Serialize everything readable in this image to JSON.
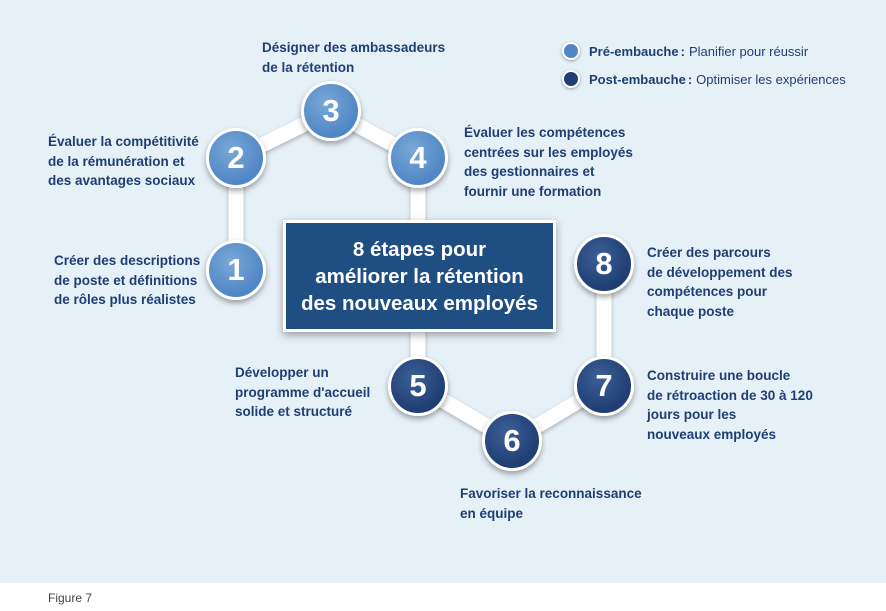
{
  "title": "8 étapes pour\naméliorer la rétention\ndes nouveaux employés",
  "legend": [
    {
      "key": "Pré-embauche",
      "text": "Planifier pour réussir",
      "color": "#4f86c4"
    },
    {
      "key": "Post-embauche",
      "text": "Optimiser les expériences",
      "color": "#1f3e73"
    }
  ],
  "steps": [
    {
      "number": "1",
      "phase": "pre",
      "label": "Créer des descriptions\nde poste et définitions\nde rôles plus réalistes"
    },
    {
      "number": "2",
      "phase": "pre",
      "label": "Évaluer la compétitivité\nde la rémunération et\ndes avantages sociaux"
    },
    {
      "number": "3",
      "phase": "pre",
      "label": "Désigner des ambassadeurs\nde la rétention"
    },
    {
      "number": "4",
      "phase": "pre",
      "label": "Évaluer les compétences\ncentrées sur les employés\ndes gestionnaires et\nfournir une formation"
    },
    {
      "number": "5",
      "phase": "post",
      "label": "Développer un\nprogramme d'accueil\nsolide et structuré"
    },
    {
      "number": "6",
      "phase": "post",
      "label": "Favoriser la reconnaissance\nen équipe"
    },
    {
      "number": "7",
      "phase": "post",
      "label": "Construire une boucle\nde rétroaction de 30 à 120\njours pour les\nnouveaux employés"
    },
    {
      "number": "8",
      "phase": "post",
      "label": "Créer des parcours\nde développement des\ncompétences pour\nchaque poste"
    }
  ],
  "caption": "Figure 7",
  "colors": {
    "pre": "#4f86c4",
    "post": "#1f3e73",
    "box": "#1f4e83",
    "background": "#e6f0f7"
  }
}
